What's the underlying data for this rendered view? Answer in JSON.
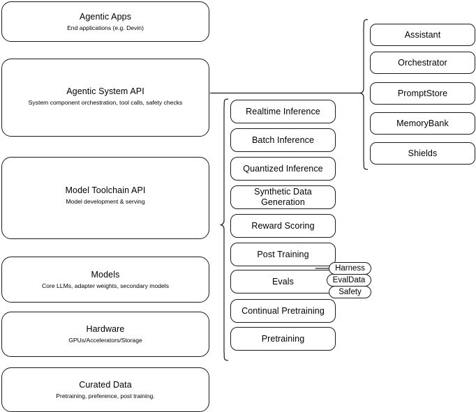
{
  "diagram": {
    "title": "AI stack layer diagram",
    "stroke_color": "#1a1a1a",
    "background_color": "#ffffff"
  },
  "layers": [
    {
      "name": "agentic-apps",
      "title": "Agentic Apps",
      "subtitle": "End applications (e.g. Devin)"
    },
    {
      "name": "agentic-system-api",
      "title": "Agentic System API",
      "subtitle": "System component orchestration, tool calls, safety checks"
    },
    {
      "name": "model-toolchain-api",
      "title": "Model Toolchain API",
      "subtitle": "Model development & serving"
    },
    {
      "name": "models",
      "title": "Models",
      "subtitle": "Core LLMs, adapter weights, secondary models"
    },
    {
      "name": "hardware",
      "title": "Hardware",
      "subtitle": "GPUs/Accelerators/Storage"
    },
    {
      "name": "curated-data",
      "title": "Curated Data",
      "subtitle": "Pretraining, preference, post training."
    }
  ],
  "toolchain_components": [
    {
      "name": "realtime-inference",
      "label": "Realtime Inference"
    },
    {
      "name": "batch-inference",
      "label": "Batch Inference"
    },
    {
      "name": "quantized-inference",
      "label": "Quantized Inference"
    },
    {
      "name": "synthetic-data-generation",
      "label": "Synthetic Data Generation"
    },
    {
      "name": "reward-scoring",
      "label": "Reward Scoring"
    },
    {
      "name": "post-training",
      "label": "Post Training"
    },
    {
      "name": "evals",
      "label": "Evals"
    },
    {
      "name": "continual-pretraining",
      "label": "Continual Pretraining"
    },
    {
      "name": "pretraining",
      "label": "Pretraining"
    }
  ],
  "eval_subcomponents": [
    {
      "name": "harness",
      "label": "Harness"
    },
    {
      "name": "evaldata",
      "label": "EvalData"
    },
    {
      "name": "safety",
      "label": "Safety"
    }
  ],
  "system_components": [
    {
      "name": "assistant",
      "label": "Assistant"
    },
    {
      "name": "orchestrator",
      "label": "Orchestrator"
    },
    {
      "name": "promptstore",
      "label": "PromptStore"
    },
    {
      "name": "memorybank",
      "label": "MemoryBank"
    },
    {
      "name": "shields",
      "label": "Shields"
    }
  ]
}
